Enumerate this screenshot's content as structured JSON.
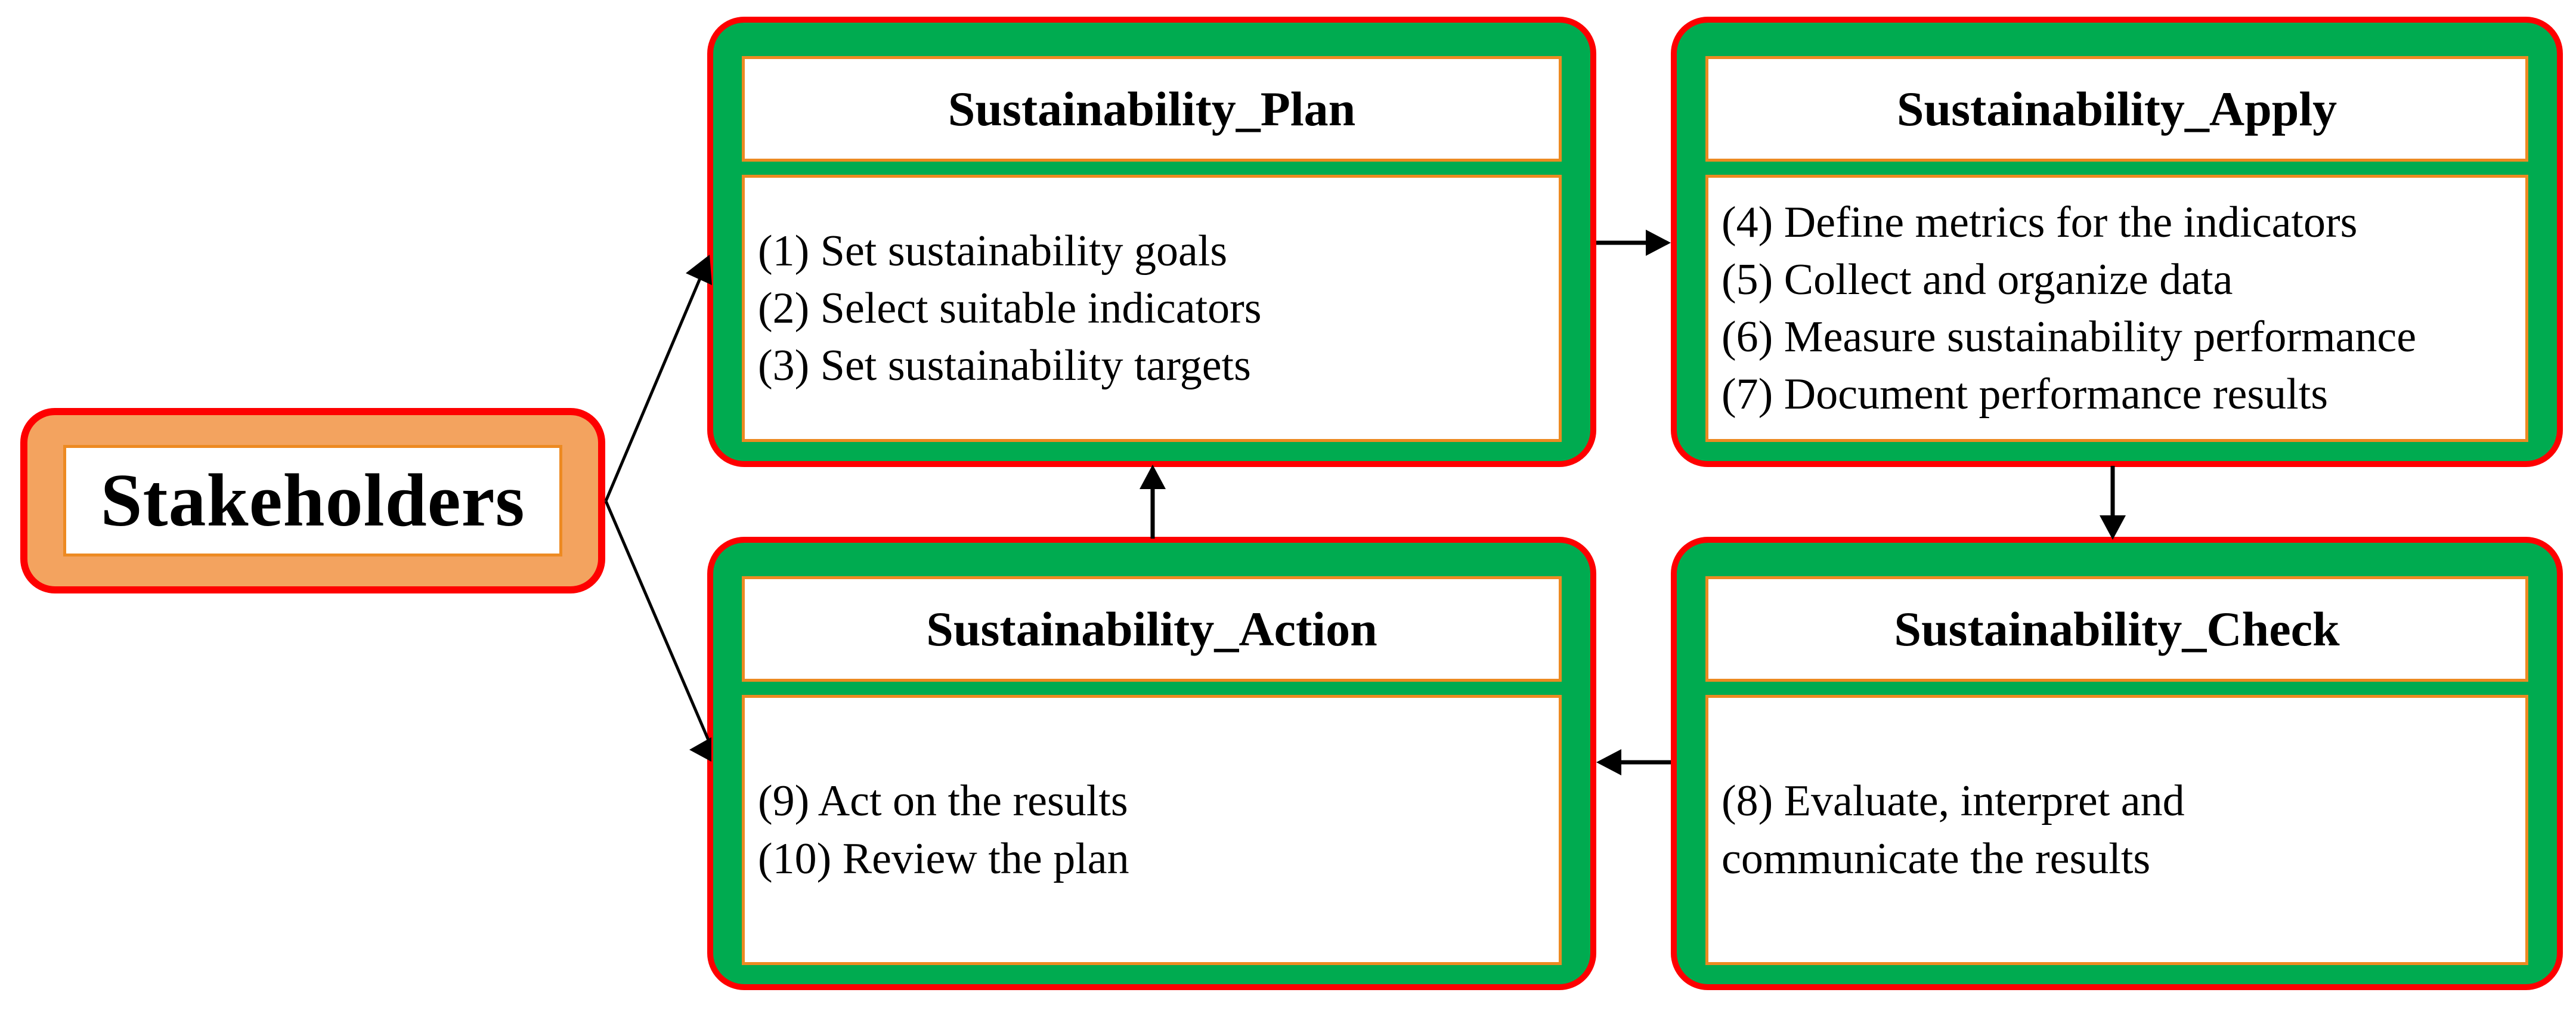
{
  "colors": {
    "green": "#00AB50",
    "red": "#FE0000",
    "orange-fill": "#F3A35F",
    "orange-border": "#ED8A22",
    "arrow": "#000000",
    "text": "#000000"
  },
  "stakeholders": {
    "label": "Stakeholders"
  },
  "boxes": {
    "plan": {
      "title": "Sustainability_Plan",
      "items": [
        "(1) Set sustainability goals",
        "(2) Select suitable indicators",
        "(3) Set sustainability targets"
      ]
    },
    "apply": {
      "title": "Sustainability_Apply",
      "items": [
        "(4) Define metrics for the indicators",
        "(5) Collect and organize data",
        "(6) Measure sustainability performance",
        "(7) Document performance results"
      ]
    },
    "check": {
      "title": "Sustainability_Check",
      "items": [
        "(8) Evaluate, interpret and communicate the results"
      ]
    },
    "action": {
      "title": "Sustainability_Action",
      "items": [
        "(9) Act on the results",
        "(10) Review the plan"
      ]
    }
  },
  "arrows": [
    {
      "from": "stakeholders",
      "to": "plan"
    },
    {
      "from": "stakeholders",
      "to": "action"
    },
    {
      "from": "plan",
      "to": "apply"
    },
    {
      "from": "apply",
      "to": "check"
    },
    {
      "from": "check",
      "to": "action"
    },
    {
      "from": "action",
      "to": "plan"
    }
  ]
}
